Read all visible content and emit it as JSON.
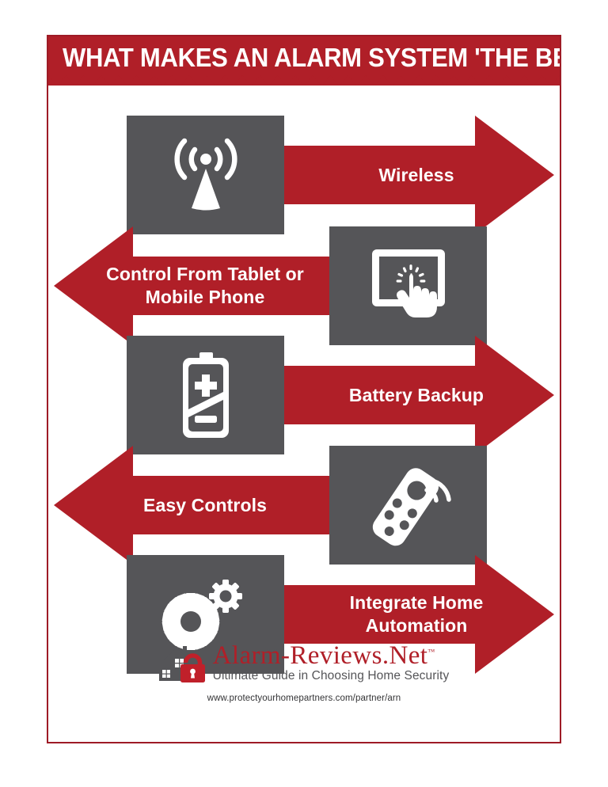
{
  "poster": {
    "header": {
      "title": "WHAT MAKES AN ALARM SYSTEM 'THE BEST'?",
      "band_color": "#b01f28",
      "title_color": "#ffffff",
      "zigzag_edge": "zigzag-edge"
    },
    "colors": {
      "red": "#b01f28",
      "gray": "#555558",
      "white": "#ffffff",
      "border": "#9e1b26"
    },
    "rows": [
      {
        "label": "Wireless",
        "direction": "right",
        "icon": "wireless-antenna-icon",
        "icon_side": "left"
      },
      {
        "label": "Control From Tablet or Mobile Phone",
        "direction": "left",
        "icon": "tablet-touch-icon",
        "icon_side": "right"
      },
      {
        "label": "Battery Backup",
        "direction": "right",
        "icon": "battery-icon",
        "icon_side": "left"
      },
      {
        "label": "Easy Controls",
        "direction": "left",
        "icon": "remote-control-icon",
        "icon_side": "right"
      },
      {
        "label": "Integrate Home Automation",
        "direction": "right",
        "icon": "gears-icon",
        "icon_side": "left"
      }
    ],
    "footer": {
      "logo_mark": "house-padlock-icon",
      "wordmark": "Alarm-Reviews.Net",
      "wordmark_tm": "™",
      "tagline": "Ultimate Guide in Choosing Home Security",
      "url": "www.protectyourhomepartners.com/partner/arn"
    }
  }
}
